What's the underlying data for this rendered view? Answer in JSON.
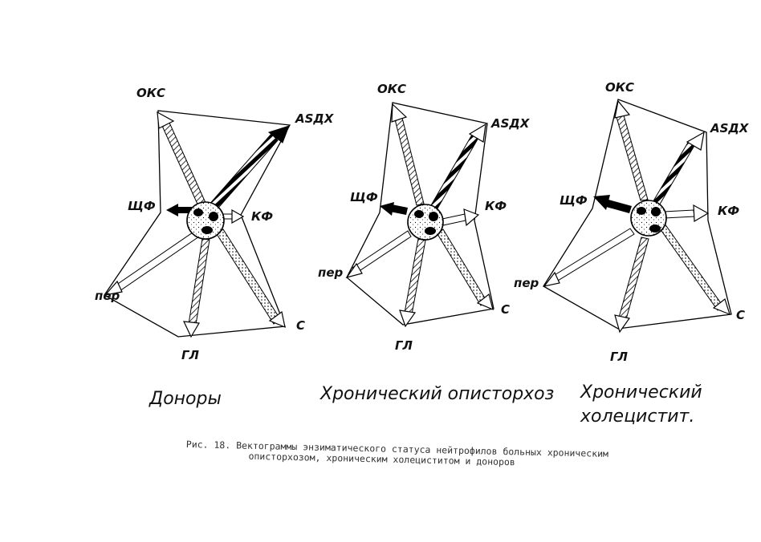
{
  "panels": [
    {
      "title": "Доноры",
      "labels": {
        "oks": "ОКС",
        "asdx": "ASДХ",
        "kf": "КФ",
        "shf": "ЩФ",
        "per": "пер",
        "s": "С",
        "gl": "ГЛ"
      }
    },
    {
      "title": "Хронический описторхоз",
      "labels": {
        "oks": "ОКС",
        "asdx": "ASДХ",
        "kf": "КФ",
        "shf": "ЩФ",
        "per": "пер",
        "s": "С",
        "gl": "ГЛ"
      }
    },
    {
      "title_line1": "Хронический",
      "title_line2": "холецистит.",
      "labels": {
        "oks": "ОКС",
        "asdx": "ASДХ",
        "kf": "КФ",
        "shf": "ЩФ",
        "per": "пер",
        "s": "С",
        "gl": "ГЛ"
      }
    }
  ],
  "caption": {
    "line1": "Рис. 18. Вектограммы энзиматического статуса нейтрофилов больных хроническим",
    "line2": "описторхозом, хроническим холециститом и доноров"
  }
}
